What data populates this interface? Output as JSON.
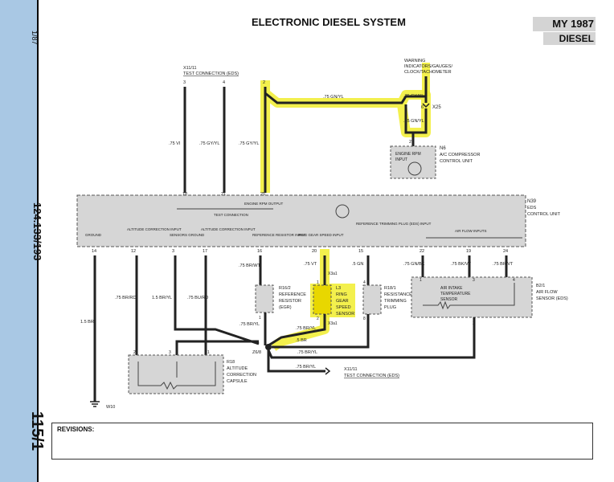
{
  "header": {
    "title": "ELECTRONIC DIESEL SYSTEM",
    "model_year": "MY 1987",
    "engine": "DIESEL"
  },
  "sidebar": {
    "date": "1/87",
    "models": "124.133/193",
    "page": "115/1"
  },
  "revisions": {
    "label": "REVISIONS:"
  },
  "highlight_color": "#f2ee3a",
  "components": {
    "x11_top": {
      "code": "X11/11",
      "name": "TEST CONNECTION (EDS)"
    },
    "warning": {
      "line1": "WARNING",
      "line2": "INDICATORS/GAUGES/",
      "line3": "CLOCK/TACHOMETER"
    },
    "x25": "X25",
    "n6": {
      "code": "N6",
      "line1": "A/C COMPRESSOR",
      "line2": "CONTROL UNIT",
      "box1": "ENGINE RPM",
      "box2": "INPUT"
    },
    "n39": {
      "code": "N39",
      "line1": "EDS",
      "line2": "CONTROL UNIT"
    },
    "ecu_labels": {
      "engine_rpm": "ENGINE RPM OUTPUT",
      "test": "TEST CONNECTION",
      "ground": "GROUND",
      "altitude_corr": "ALTITUDE CORRECTION INPUT",
      "sensors_ground": "SENSORS GROUND",
      "altitude_input": "ALTITUDE CORRECTION INPUT",
      "ref_resistor": "REFERENCE RESISTOR INPUT",
      "ring_gear": "RING GEAR SPEED INPUT",
      "ref_trimming": "REFERENCE TRIMMING PLUG (EDS) INPUT",
      "air_flow": "AIR FLOW INPUTS"
    },
    "r16": {
      "code": "R16/2",
      "line1": "REFERENCE",
      "line2": "RESISTOR",
      "line3": "(EGR)"
    },
    "l3": {
      "code": "L3",
      "line1": "RING",
      "line2": "GEAR",
      "line3": "SPEED",
      "line4": "SENSOR"
    },
    "r18": {
      "code": "R18/1",
      "line1": "RESISTANCE",
      "line2": "TRIMMING",
      "line3": "PLUG"
    },
    "b2": {
      "code": "B2/1",
      "line1": "AIR FLOW",
      "line2": "SENSOR (EDS)",
      "box1": "AIR INTAKE",
      "box2": "TEMPERATURE",
      "box3": "SENSOR"
    },
    "r18_alt": {
      "code": "R18",
      "line1": "ALTITUDE",
      "line2": "CORRECTION",
      "line3": "CAPSULE"
    },
    "w10": "W10",
    "z6": "Z6/8",
    "x11_bottom": {
      "code": "X11/11",
      "name": "TEST CONNECTION (EDS)"
    },
    "x3a": "X3a1",
    "x3b": "X3a1"
  },
  "pins": {
    "x11_3": "3",
    "x11_4": "4",
    "x11_2": "2",
    "x25_6": "6",
    "n6_2": "2",
    "ecu_18": "18",
    "ecu_21": "21",
    "ecu_25": "25",
    "ecu_14": "14",
    "ecu_12": "12",
    "ecu_3": "3",
    "ecu_17": "17",
    "ecu_16": "16",
    "ecu_20": "20",
    "ecu_15": "15",
    "ecu_22": "22",
    "ecu_19": "19",
    "ecu_24": "24",
    "r16_top": "2",
    "r16_bot": "1",
    "l3_top": "1",
    "l3_bot": "2",
    "r18_top": "4",
    "r18_bot": "8",
    "b2_1": "1",
    "b2_3": "3",
    "b2_4": "4",
    "b2_2": "2",
    "alt_3": "3",
    "alt_1": "1",
    "alt_2": "2"
  },
  "wires": {
    "w_vi": ".75 VI",
    "w_gy_yl_a": ".75 GY/YL",
    "w_gy_yl_b": ".75 GY/YL",
    "w_gn_yl_top": ".75 GN/YL",
    "w_gy_yl_x25": ".75 GY/YL",
    "w_gn_yl_x25": ".75 GN/YL",
    "w_br_wt": ".75 BR/WT",
    "w_vt": ".75 VT",
    "w_gn": ".5 GN",
    "w_gn_bk": ".75 GN/BK",
    "w_bk_vt": ".75 BK/VT",
    "w_br_vt": ".75 BR/VT",
    "w_br_rd": ".75 BR/RD",
    "w_15br": "1.5 BR",
    "w_15br_yl": "1.5 BR/YL",
    "w_bu_rd": ".75 BU/RD",
    "w_br_yl_1": ".75 BR/YL",
    "w_br_yl_2": ".75 BR/YL",
    "w_br": ".5 BR",
    "w_br_yl_3": ".75 BR/YL",
    "w_br_yl_4": ".75 BR/YL"
  }
}
